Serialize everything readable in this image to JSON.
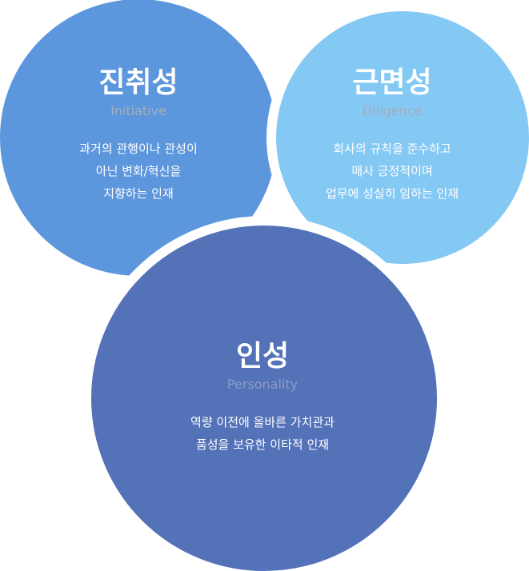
{
  "colors": {
    "initiative": "#5c96dc",
    "diligence": "#84c8f4",
    "personality": "#5372b8"
  },
  "circles": [
    {
      "title": "진취성",
      "subtitle": "Initiative",
      "lines": [
        "과거의 관행이나 관성이",
        "아닌 변화/혁신을",
        "지향하는 인재"
      ]
    },
    {
      "title": "근면성",
      "subtitle": "Diligence",
      "lines": [
        "회사의 규칙을 준수하고",
        "매사 긍정적이며",
        "업무에 성실히 임하는 인재"
      ]
    },
    {
      "title": "인성",
      "subtitle": "Personality",
      "lines": [
        "역량 이전에 올바른 가치관과",
        "품성을 보유한 이타적 인재"
      ]
    }
  ]
}
